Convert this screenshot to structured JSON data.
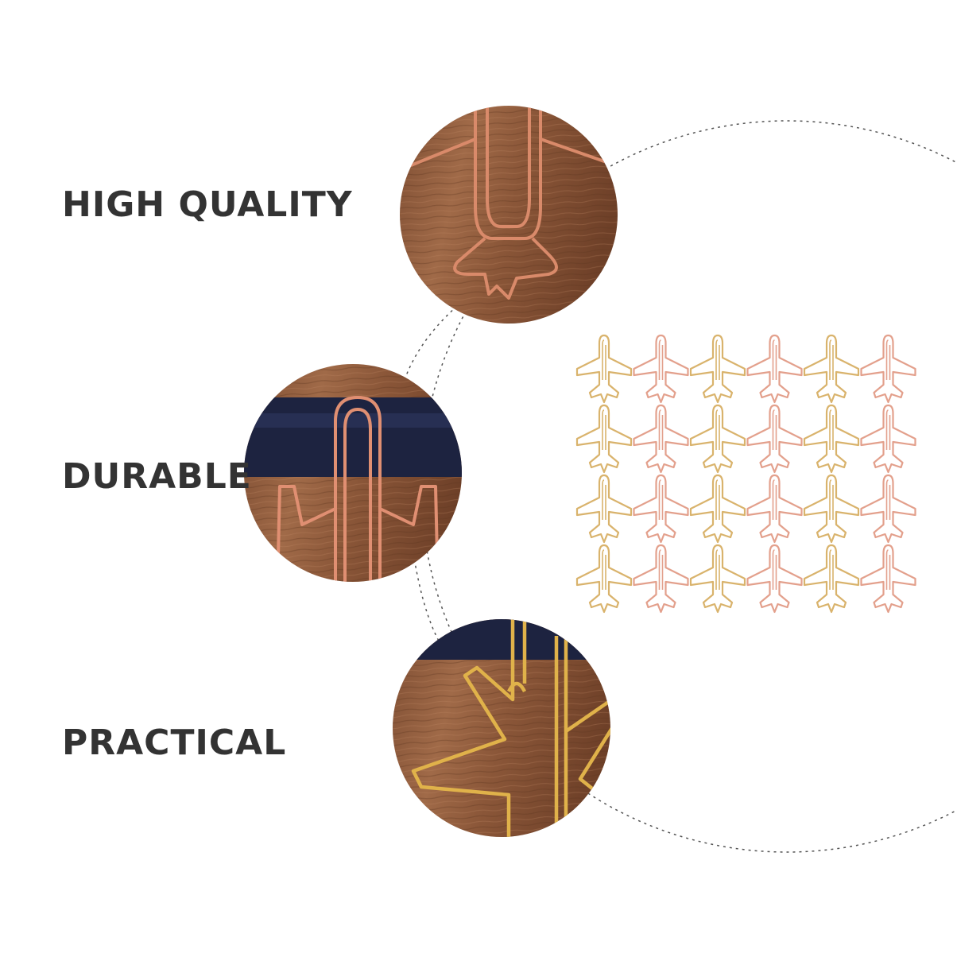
{
  "features": [
    {
      "label": "HIGH QUALITY",
      "clip_color": "rose-gold",
      "icon": "airplane-clip-closeup"
    },
    {
      "label": "DURABLE",
      "clip_color": "rose-gold",
      "icon": "airplane-clip-on-pen"
    },
    {
      "label": "PRACTICAL",
      "clip_color": "gold",
      "icon": "airplane-clip-gold-closeup"
    }
  ],
  "product_grid": {
    "rows": 4,
    "columns": 6,
    "colors": [
      "#d9b36c",
      "#e3a08c"
    ],
    "icon": "airplane-paper-clip-icon"
  },
  "colors": {
    "text": "#333333",
    "wood": "#8a5a3c",
    "rose_gold": "#d98a6a",
    "gold": "#d9a93f",
    "navy": "#1d2340"
  }
}
